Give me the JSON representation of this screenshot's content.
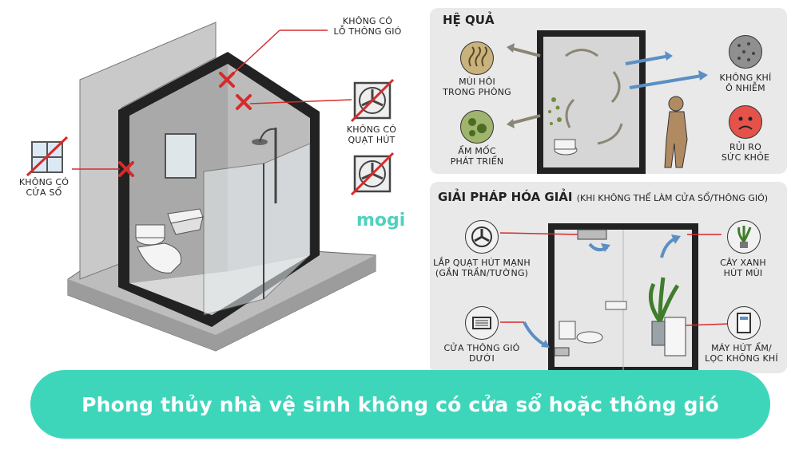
{
  "left": {
    "no_vent_hole": "KHÔNG CÓ\nLỖ THÔNG GIÓ",
    "no_exhaust_fan": "KHÔNG CÓ\nQUẠT HÚT",
    "no_window": "KHÔNG CÓ\nCỬA SỔ"
  },
  "consequences": {
    "title": "HỆ QUẢ",
    "items": [
      {
        "label": "MÙI HÔI\nTRONG PHÒNG",
        "icon": "odor-icon"
      },
      {
        "label": "ẨM MỐC\nPHÁT TRIỂN",
        "icon": "mold-icon"
      },
      {
        "label": "KHÔNG KHÍ\nÔ NHIỄM",
        "icon": "polluted-air-icon"
      },
      {
        "label": "RỦI RO\nSỨC KHỎE",
        "icon": "sick-face-icon"
      }
    ]
  },
  "solutions": {
    "title": "GIẢI PHÁP HÓA GIẢI",
    "subtitle": "(KHI KHÔNG THỂ LÀM CỬA SỔ/THÔNG GIÓ)",
    "items": [
      {
        "label": "LẮP QUẠT HÚT MẠNH\n(GẮN TRẦN/TƯỜNG)",
        "icon": "exhaust-fan-icon"
      },
      {
        "label": "CỬA THÔNG GIÓ\nDƯỚI",
        "icon": "vent-grille-icon"
      },
      {
        "label": "CÂY XANH\nHÚT MÙI",
        "icon": "plant-icon"
      },
      {
        "label": "MÁY HÚT ẨM/\nLỌC KHÔNG KHÍ",
        "icon": "dehumidifier-icon"
      }
    ]
  },
  "watermark": "mogi",
  "banner": "Phong thủy nhà vệ sinh không có cửa sổ hoặc thông gió",
  "colors": {
    "banner": "#3ed6bb",
    "marker_red": "#d62b2b",
    "arrow_blue": "#5b8fc4",
    "panel": "#e9e9e9"
  }
}
